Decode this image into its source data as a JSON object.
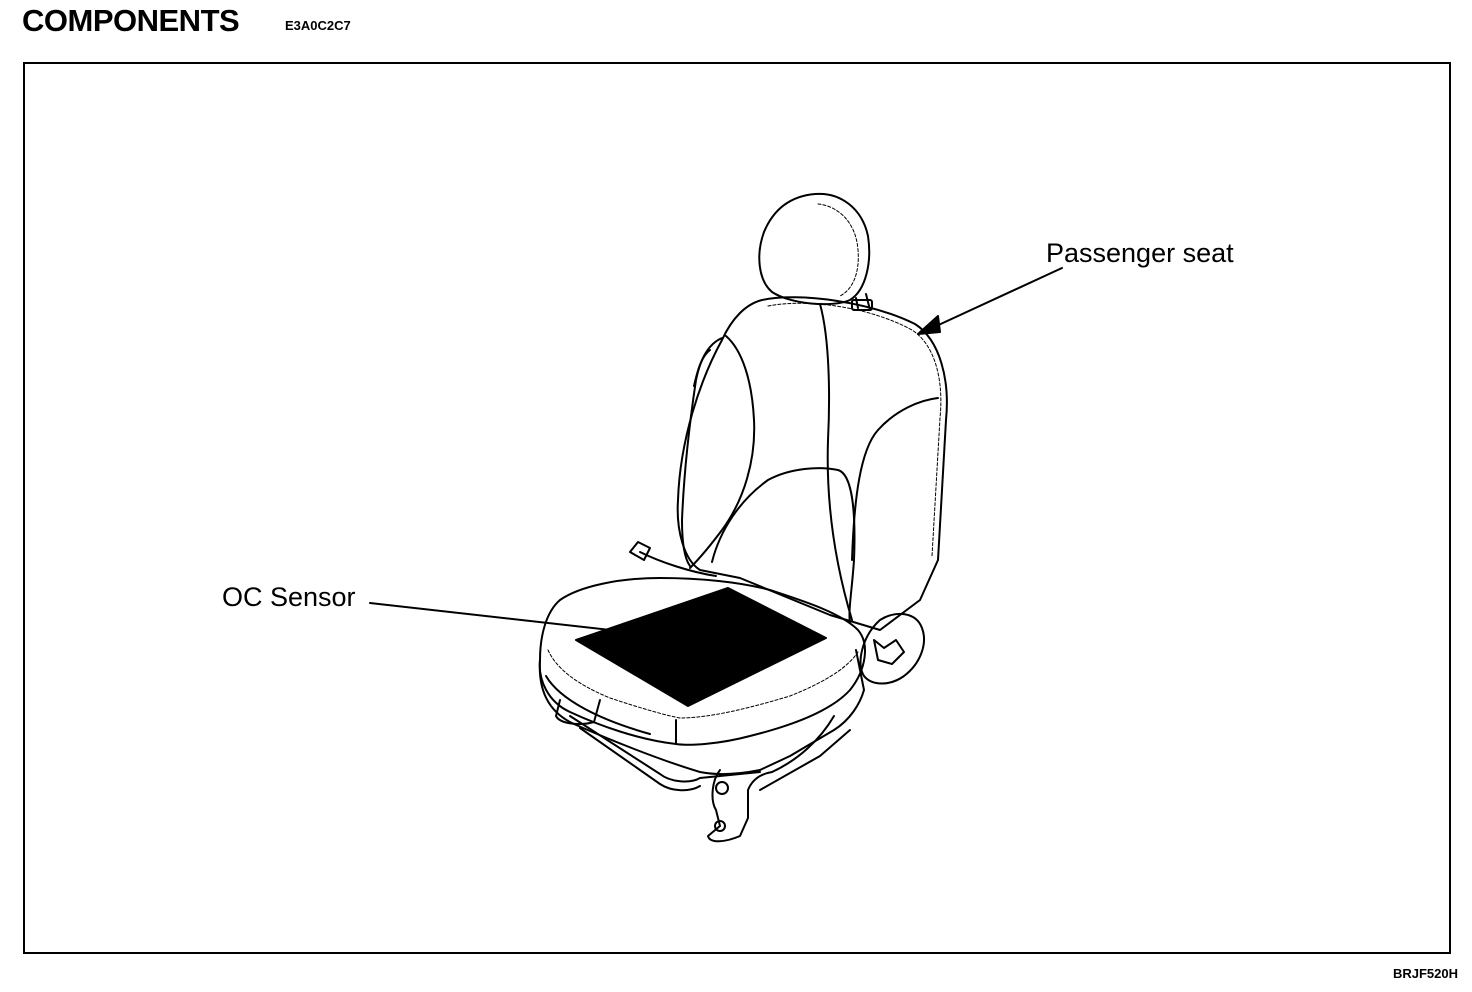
{
  "header": {
    "title": "COMPONENTS",
    "code": "E3A0C2C7"
  },
  "figure": {
    "callouts": {
      "passenger_seat": "Passenger seat",
      "oc_sensor": "OC Sensor"
    },
    "code": "BRJF520H"
  },
  "colors": {
    "ink": "#000000",
    "paper": "#ffffff"
  }
}
